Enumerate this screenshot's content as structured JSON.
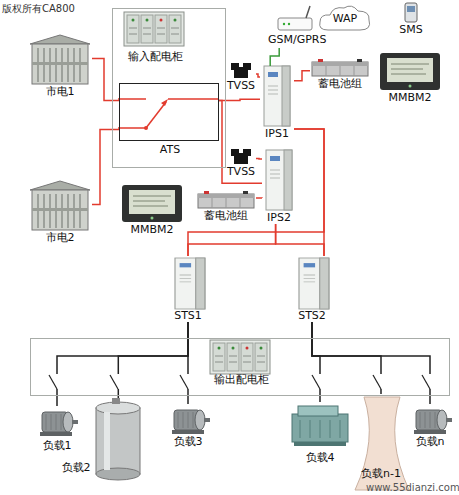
{
  "diagram": {
    "nodes": [
      {
        "text": [
          "市电1"
        ]
      },
      {
        "text": [
          "输入配电柜"
        ]
      },
      {
        "text": [
          "ATS"
        ],
        "in": 1
      },
      {
        "text": [
          "市电2"
        ]
      },
      {
        "text": [
          "GSM/GPRS"
        ]
      },
      {
        "text": [
          "WAP"
        ]
      },
      {
        "text": [
          "SMS"
        ]
      },
      {
        "text": [
          "IPS1"
        ]
      },
      {
        "text": [
          "TVSS"
        ]
      },
      {
        "text": [
          "蓄电池组"
        ]
      },
      {
        "text": [
          "MMBM2"
        ]
      },
      {
        "text": [
          "TVSS"
        ]
      },
      {
        "text": [
          "IPS2"
        ]
      },
      {
        "text": [
          "蓄电池组"
        ]
      },
      {
        "text": [
          "MMBM2"
        ]
      },
      {
        "text": [
          "STS1"
        ]
      },
      {
        "text": [
          "STS2"
        ]
      },
      {
        "text": [
          "输出配电柜"
        ]
      },
      {
        "text": [
          "负载1"
        ]
      },
      {
        "text": [
          "负载2"
        ]
      },
      {
        "text": [
          "负载3"
        ]
      },
      {
        "text": [
          "负载4"
        ]
      },
      {
        "text": [
          "负载n-1"
        ]
      },
      {
        "text": [
          "负载n"
        ]
      }
    ],
    "edges": [
      {
        "from": 0,
        "to": 2,
        "arrow": "none"
      },
      {
        "from": 3,
        "to": 2,
        "arrow": "none"
      },
      {
        "from": 2,
        "to": 7,
        "arrow": "none"
      },
      {
        "from": 2,
        "to": 12,
        "arrow": "none"
      },
      {
        "from": 8,
        "to": 7,
        "arrow": "none"
      },
      {
        "from": 11,
        "to": 12,
        "arrow": "none"
      },
      {
        "from": 7,
        "to": 4,
        "arrow": "none"
      },
      {
        "from": 7,
        "to": 9,
        "arrow": "none"
      },
      {
        "from": 12,
        "to": 13,
        "arrow": "none"
      },
      {
        "from": 7,
        "to": 15,
        "arrow": "none"
      },
      {
        "from": 7,
        "to": 16,
        "arrow": "none"
      },
      {
        "from": 12,
        "to": 15,
        "arrow": "none"
      },
      {
        "from": 12,
        "to": 16,
        "arrow": "none"
      },
      {
        "from": 15,
        "to": 18,
        "arrow": "none"
      },
      {
        "from": 15,
        "to": 19,
        "arrow": "none"
      },
      {
        "from": 15,
        "to": 20,
        "arrow": "none"
      },
      {
        "from": 16,
        "to": 21,
        "arrow": "none"
      },
      {
        "from": 16,
        "to": 22,
        "arrow": "none"
      },
      {
        "from": 16,
        "to": 23,
        "arrow": "none"
      }
    ],
    "labels": [
      "版权所有CA800",
      "www.55dianzi.com"
    ]
  }
}
